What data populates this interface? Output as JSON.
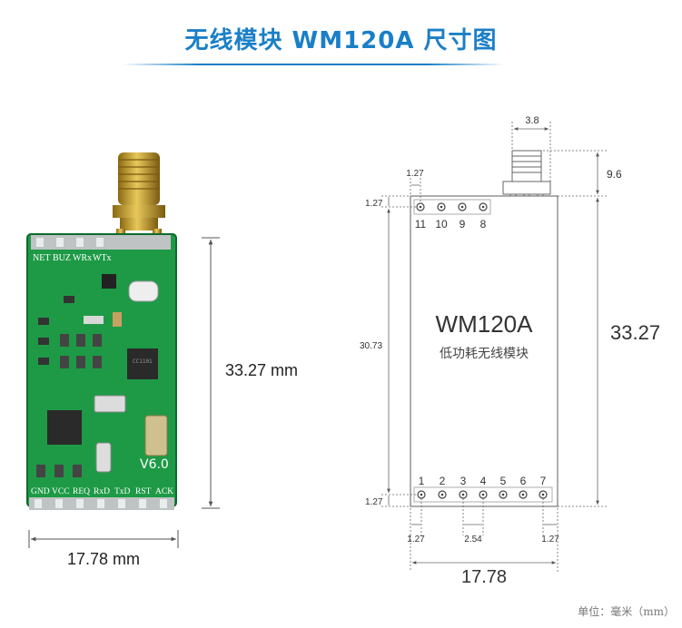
{
  "title": "无线模块 WM120A 尺寸图",
  "photo": {
    "pin_labels_top": [
      "NET",
      "BUZ",
      "WRx",
      "WTx"
    ],
    "pin_labels_bottom": [
      "GND",
      "VCC",
      "REQ",
      "RxD",
      "TxD",
      "RST",
      "ACK"
    ],
    "version": "V6.0",
    "height_label": "33.27 mm",
    "width_label": "17.78 mm"
  },
  "drawing": {
    "model": "WM120A",
    "subtitle": "低功耗无线模块",
    "top_pins": [
      "11",
      "10",
      "9",
      "8"
    ],
    "bottom_pins": [
      "1",
      "2",
      "3",
      "4",
      "5",
      "6",
      "7"
    ],
    "dim_antenna_width": "3.8",
    "dim_antenna_height": "9.6",
    "dim_top_pin_offset_x": "1.27",
    "dim_top_pin_offset_y": "1.27",
    "dim_pin_span": "30.73",
    "dim_bottom_pin_offset_y": "1.27",
    "dim_total_height": "33.27",
    "dim_left_pin_offset": "1.27",
    "dim_pin_pitch": "2.54",
    "dim_right_pin_offset": "1.27",
    "dim_total_width": "17.78"
  },
  "units_note": "单位：毫米（mm）",
  "colors": {
    "title": "#1a7fc7",
    "pcb": "#1e9a46",
    "gold": "#c9a227",
    "line": "#555555"
  }
}
